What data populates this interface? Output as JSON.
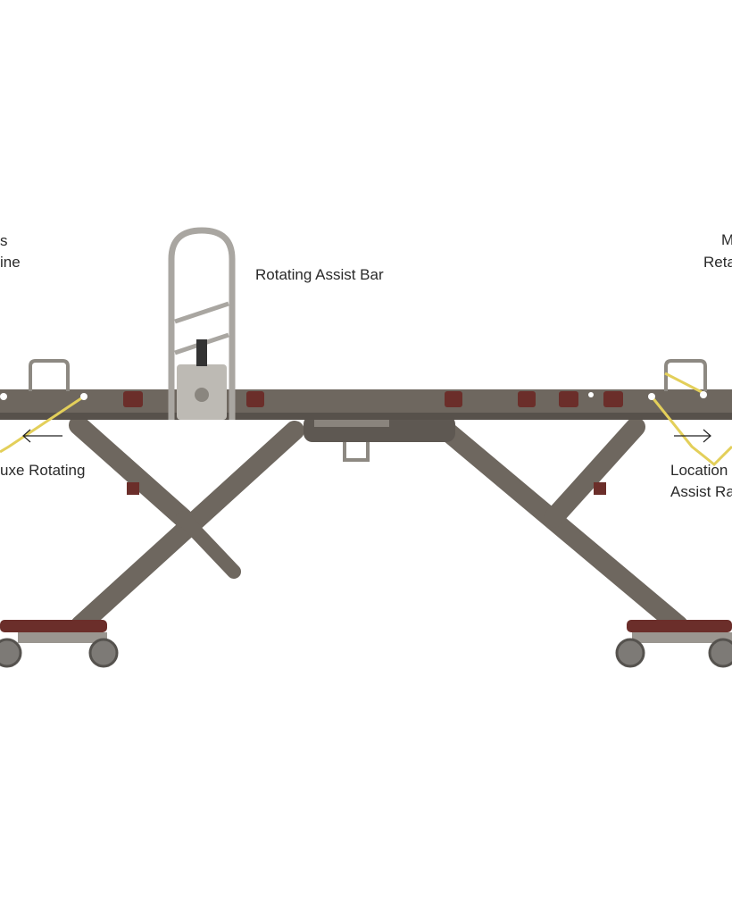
{
  "labels": {
    "top_left_line1": "s",
    "top_left_line2": "ine",
    "rotating_assist_bar": "Rotating Assist Bar",
    "top_right_line1": "M",
    "top_right_line2": "Reta",
    "bottom_left": "uxe Rotating",
    "bottom_right_line1": "Location",
    "bottom_right_line2": "Assist Ra"
  },
  "colors": {
    "frame": "#6e675f",
    "frame_dark": "#57514b",
    "pad": "#6b2e2a",
    "callout": "#e3cf5a",
    "rail": "#9a9690"
  }
}
